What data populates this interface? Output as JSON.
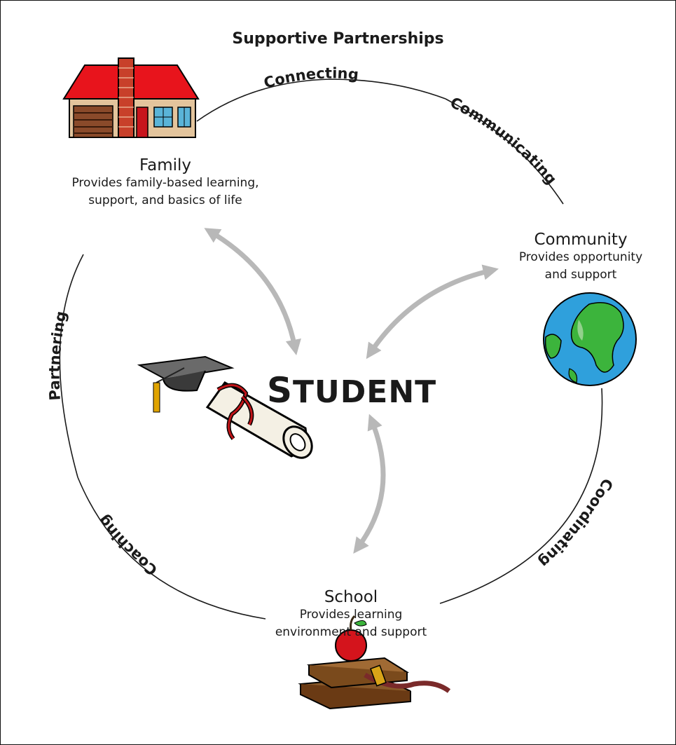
{
  "title": "Supportive Partnerships",
  "center": {
    "label_first": "S",
    "label_rest": "TUDENT"
  },
  "nodes": {
    "family": {
      "name": "Family",
      "desc_line1": "Provides family-based learning,",
      "desc_line2": "support, and basics of life"
    },
    "community": {
      "name": "Community",
      "desc_line1": "Provides opportunity",
      "desc_line2": "and support"
    },
    "school": {
      "name": "School",
      "desc_line1": "Provides learning",
      "desc_line2": "environment and support"
    }
  },
  "arc_labels": {
    "connecting": "Connecting",
    "communicating": "Communicating",
    "coordinating": "Coordinating",
    "coaching": "Coaching",
    "partnering": "Partnering"
  },
  "colors": {
    "arrow": "#b8b8b8",
    "circle": "#1a1a1a",
    "roof": "#e8141c",
    "globe_ocean": "#2fa0dc",
    "globe_land": "#3cb43c",
    "apple": "#d4141c",
    "book": "#8a5a2a"
  },
  "icons": [
    "house-icon",
    "globe-icon",
    "graduation-cap-diploma-icon",
    "apple-books-icon"
  ]
}
